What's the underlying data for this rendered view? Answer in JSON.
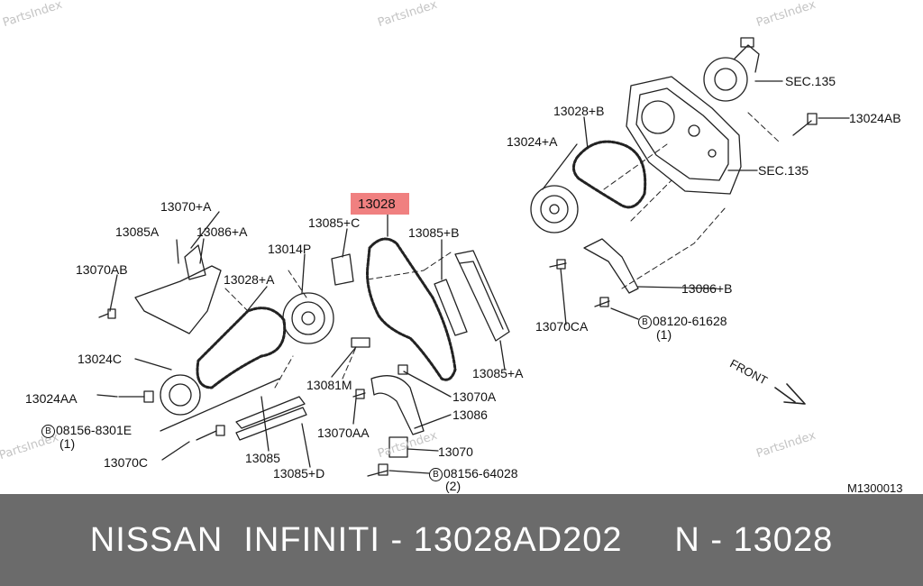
{
  "watermark": "PartsIndex",
  "diagram_code": "M1300013",
  "highlighted_part": "13028",
  "highlight_color": "#f08080",
  "labels": {
    "l13070A_plus": "13070+A",
    "l13085A": "13085A",
    "l13086A_plus": "13086+A",
    "l13070AB": "13070AB",
    "l13028A_plus": "13028+A",
    "l13085C_plus": "13085+C",
    "l13014P": "13014P",
    "l13028": "13028",
    "l13085B_plus": "13085+B",
    "l13024C": "13024C",
    "l13024AA": "13024AA",
    "l08156_8301E": "08156-8301E",
    "l08156_8301E_qty": "(1)",
    "l13070C": "13070C",
    "l13085": "13085",
    "l13085D_plus": "13085+D",
    "l13081M": "13081M",
    "l13070AA": "13070AA",
    "l13070A": "13070A",
    "l13086": "13086",
    "l13070": "13070",
    "l08156_64028": "08156-64028",
    "l08156_64028_qty": "(2)",
    "l13085A_plus": "13085+A",
    "l13028B_plus": "13028+B",
    "l13024A_plus": "13024+A",
    "lSEC135_top": "SEC.135",
    "l13024AB": "13024AB",
    "lSEC135_mid": "SEC.135",
    "l13086B_plus": "13086+B",
    "l13070CA": "13070CA",
    "l08120_61628": "08120-61628",
    "l08120_61628_qty": "(1)",
    "front": "FRONT",
    "bolt_symbol": "B"
  },
  "footer": {
    "text": "NISSAN  INFINITI - 13028AD202     N - 13028",
    "bg_color": "#6b6b6b"
  }
}
